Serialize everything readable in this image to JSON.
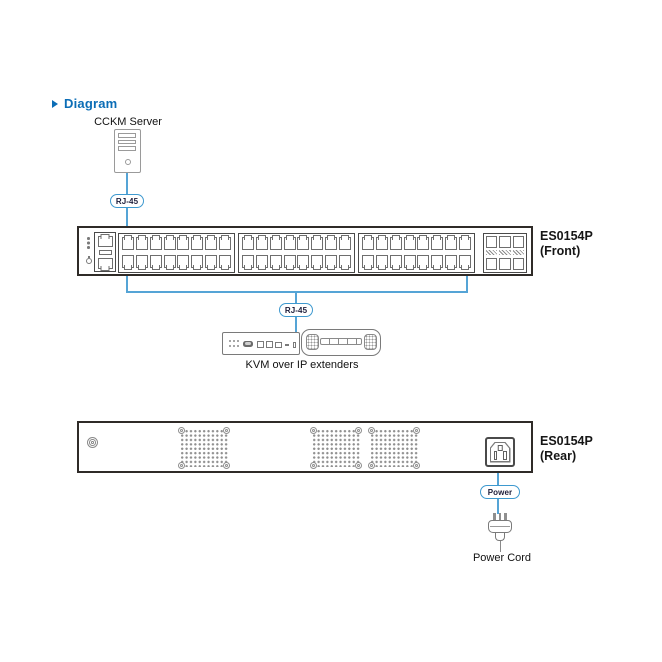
{
  "heading": {
    "label": "Diagram",
    "color": "#0b6db6"
  },
  "colors": {
    "cable_blue": "#55a4d6",
    "badge_border": "#3e99cf",
    "panel_border": "#2f2b28"
  },
  "cckm": {
    "label": "CCKM Server"
  },
  "badges": {
    "rj45_top": "RJ-45",
    "rj45_mid": "RJ-45",
    "power": "Power"
  },
  "front": {
    "label1": "ES0154P",
    "label2": "(Front)",
    "port_groups": 3,
    "cols_per_group": 8,
    "rows": 2,
    "sfp_cols": 3,
    "sfp_rows": 2
  },
  "extenders": {
    "label": "KVM over IP extenders"
  },
  "rear": {
    "label1": "ES0154P",
    "label2": "(Rear)",
    "fan_count": 3,
    "fan_lefts": [
      101,
      233,
      291
    ]
  },
  "power_cord": {
    "label": "Power Cord"
  }
}
